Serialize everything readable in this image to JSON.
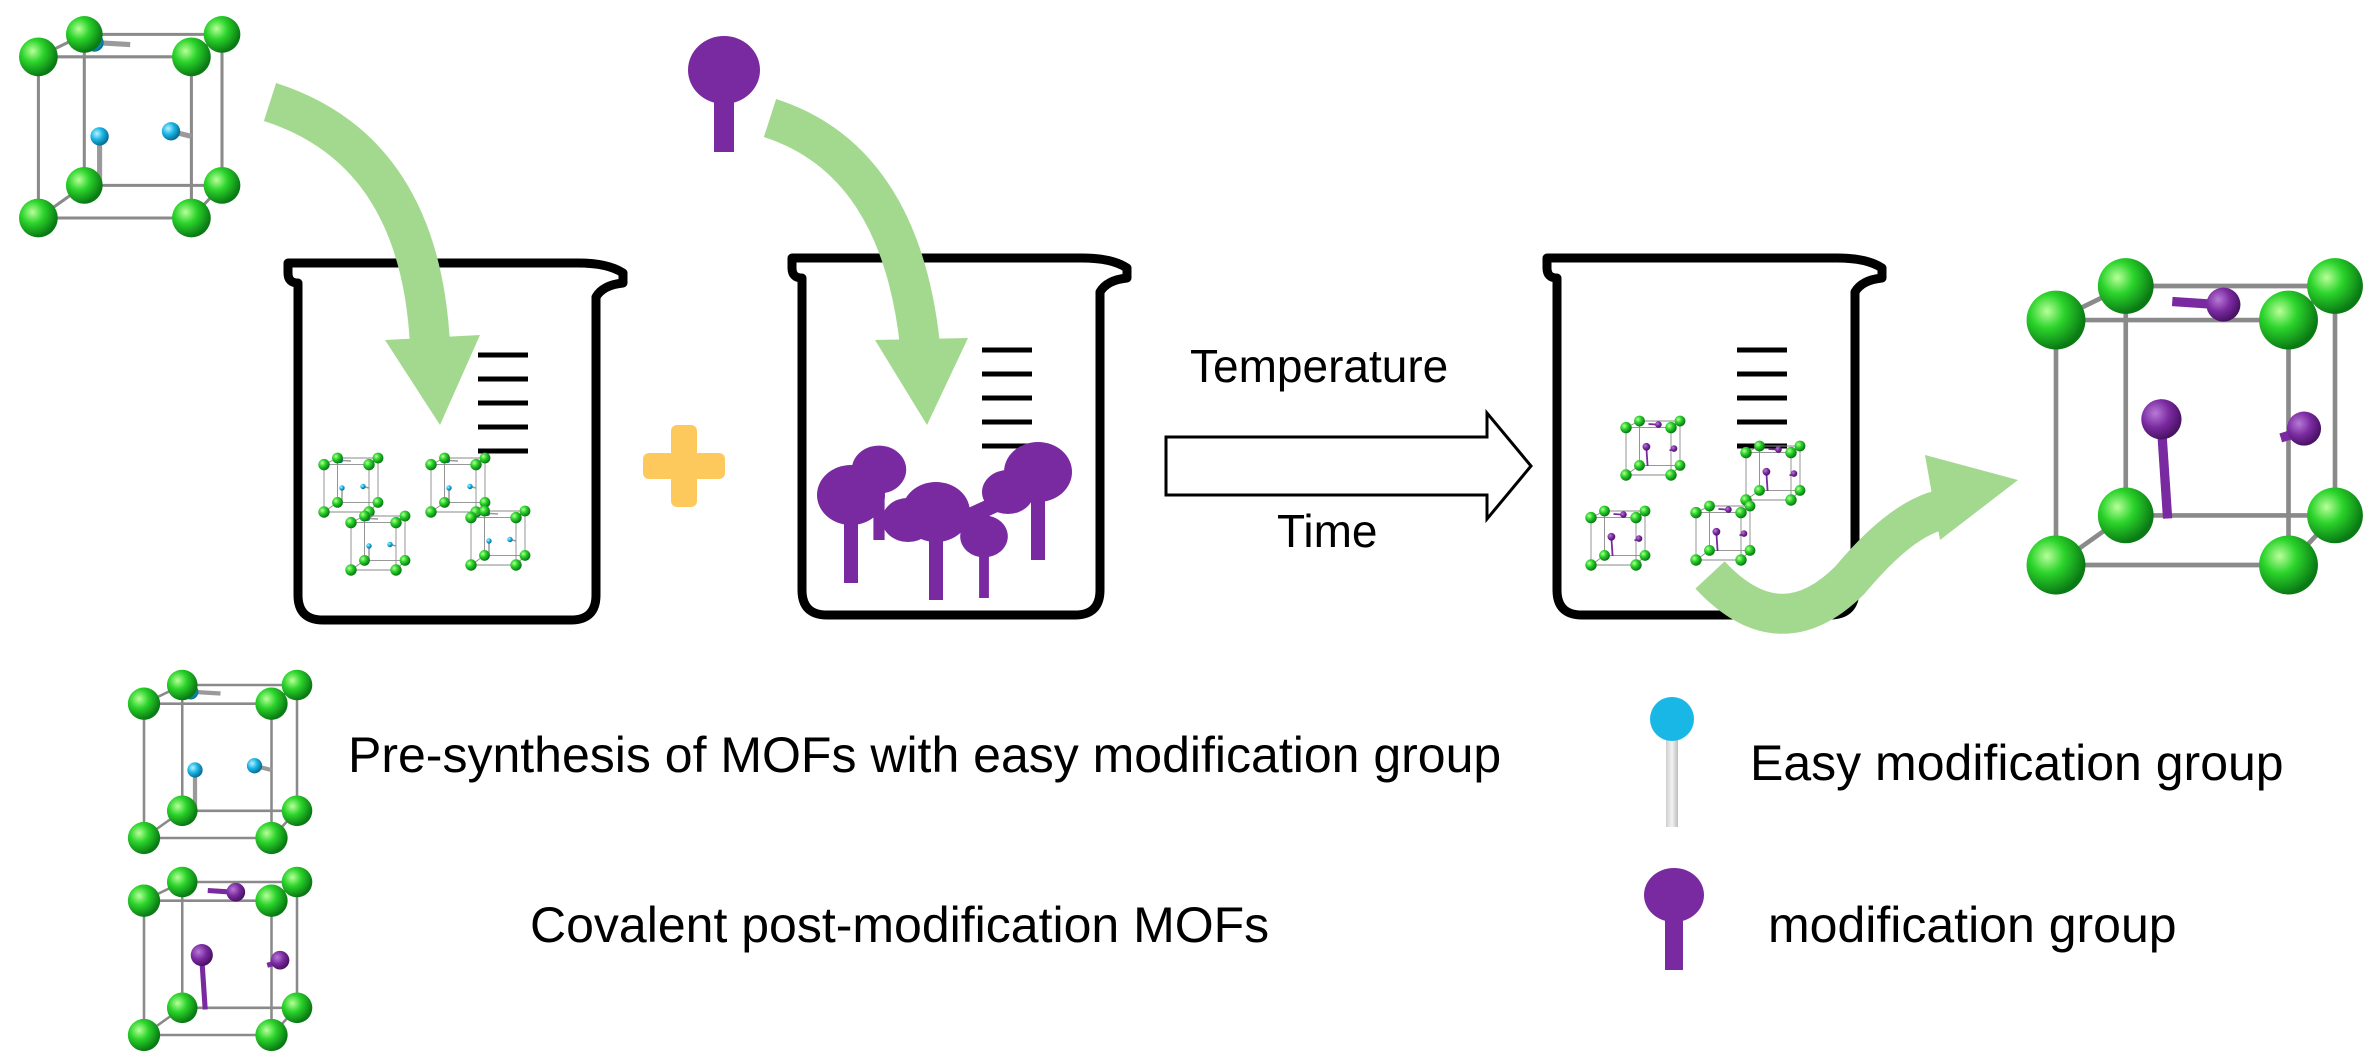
{
  "process": {
    "arrow_top_label": "Temperature",
    "arrow_bottom_label": "Time"
  },
  "legend": {
    "mof_presynthesis_text": "Pre-synthesis of MOFs with easy modification group",
    "mof_postmod_text": "Covalent post-modification MOFs",
    "easy_group_text": "Easy modification group",
    "mod_group_text": "modification group"
  },
  "colors": {
    "node_green": "#2bd42b",
    "easy_group_cyan": "#19b7e6",
    "mod_group_purple": "#7a2aa0",
    "flow_arrow_green": "#a3d98f",
    "plus_yellow": "#fdc95c",
    "cube_edge_grey": "#8a8a8a",
    "beaker_outline": "#000000"
  },
  "icons": [
    "beaker-icon",
    "mof-cube-icon",
    "plus-icon",
    "process-arrow-icon",
    "curved-arrow-icon",
    "easy-modification-group-icon",
    "modification-group-icon"
  ]
}
